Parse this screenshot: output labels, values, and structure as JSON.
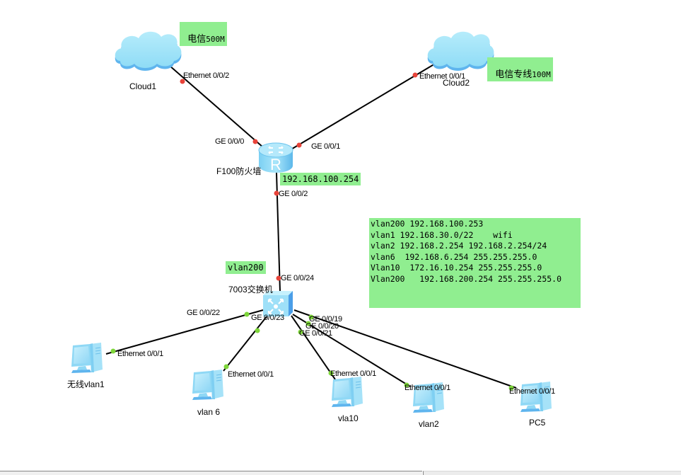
{
  "devices": {
    "cloud1": {
      "label": "Cloud1",
      "type": "cloud-icon"
    },
    "cloud2": {
      "label": "Cloud2",
      "type": "cloud-icon"
    },
    "firewall": {
      "label": "F100防火墙",
      "type": "router-icon",
      "glyph": "R"
    },
    "switch": {
      "label": "7003交换机",
      "type": "switch-icon"
    },
    "pc_wifi": {
      "label": "无线vlan1",
      "type": "pc-icon"
    },
    "pc_vlan6": {
      "label": "vlan 6",
      "type": "pc-icon"
    },
    "pc_vla10": {
      "label": "vla10",
      "type": "pc-icon"
    },
    "pc_vlan2": {
      "label": "vlan2",
      "type": "pc-icon"
    },
    "pc_pc5": {
      "label": "PC5",
      "type": "pc-icon"
    }
  },
  "ports": {
    "cloud1_eth": "Ethernet 0/0/2",
    "cloud2_eth": "Ethernet 0/0/1",
    "fw_ge0": "GE 0/0/0",
    "fw_ge1": "GE 0/0/1",
    "fw_ge2": "GE 0/0/2",
    "sw_ge24": "GE 0/0/24",
    "sw_ge22": "GE 0/0/22",
    "sw_ge23": "GE 0/0/23",
    "sw_ge19": "GE 0/0/19",
    "sw_ge20": "GE 0/0/20",
    "sw_ge21": "GE 0/0/21",
    "pc_wifi_eth": "Ethernet 0/0/1",
    "pc_vlan6_eth": "Ethernet 0/0/1",
    "pc_vla10_eth": "Ethernet 0/0/1",
    "pc_vlan2_eth": "Ethernet 0/0/1",
    "pc_pc5_eth": "Ethernet 0/0/1"
  },
  "notes": {
    "cloud1_cn": "电信",
    "cloud1_bw": "500M",
    "cloud2_cn": "电信专线",
    "cloud2_bw": "100M",
    "fw_ip": "192.168.100.254",
    "sw_vlan": "vlan200"
  },
  "info_box": {
    "lines": [
      "vlan200 192.168.100.253",
      "vlan1 192.168.30.0/22    wifi",
      "vlan2 192.168.2.254 192.168.2.254/24",
      "vlan6  192.168.6.254 255.255.255.0",
      "Vlan10  172.16.10.254 255.255.255.0",
      "Vlan200   192.168.200.254 255.255.255.0"
    ]
  },
  "colors": {
    "note_bg": "#90ee90",
    "port_down": "#e8443a",
    "port_up": "#7ed63a",
    "link": "#000000",
    "device_blue": "#8fdcf6"
  }
}
